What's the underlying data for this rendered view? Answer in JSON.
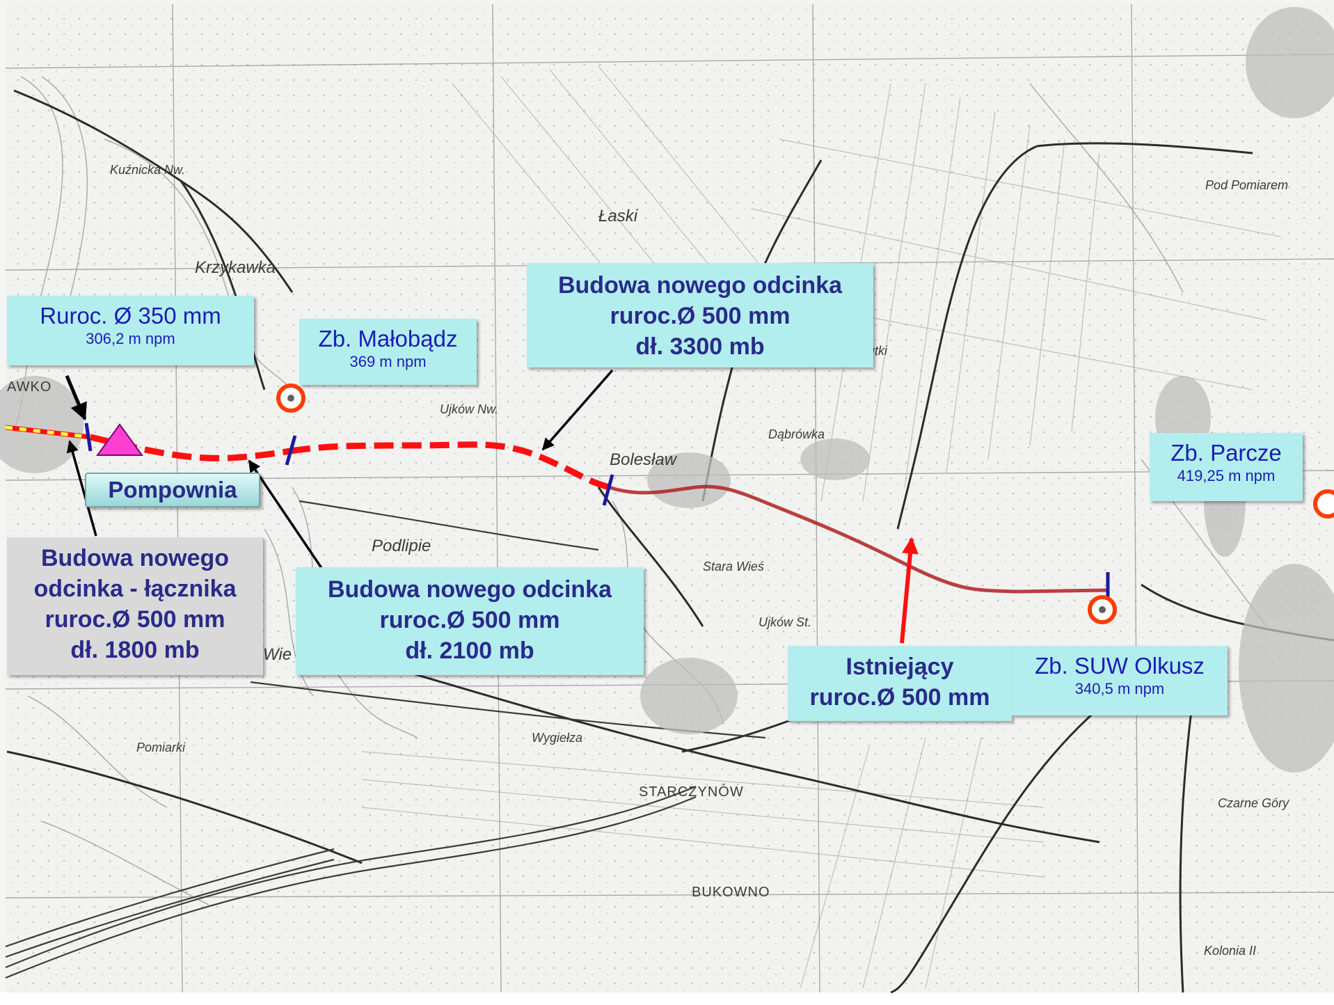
{
  "map_labels": {
    "town_left": "AWKO",
    "kuznicka": "Kuźnicka Nw.",
    "krzykawka": "Krzykawka",
    "laski": "Łaski",
    "ujkow": "Ujków Nw.",
    "hutki": "Hutki",
    "dabrowka": "Dąbrówka",
    "boleslaw": "Bolesław",
    "podlipie": "Podlipie",
    "stara_wies": "Stara Wieś",
    "ujkow_st": "Ujków St.",
    "wygielza": "Wygiełza",
    "starczynow": "STARCZYNÓW",
    "bukowno": "BUKOWNO",
    "pod_pomiarem": "Pod Pomiarem",
    "czarne_gory": "Czarne Góry",
    "kolonia": "Kolonia II",
    "wie": "Wie",
    "pomiarki": "Pomiarki"
  },
  "callouts": {
    "ruroc350": {
      "title": "Ruroc. Ø 350 mm",
      "sub": "306,2 m npm"
    },
    "malobadz": {
      "title": "Zb. Małobądz",
      "sub": "369 m npm"
    },
    "budowa3300": {
      "line1": "Budowa nowego odcinka",
      "line2": "ruroc.Ø 500 mm",
      "line3": "dł. 3300 mb"
    },
    "parcze": {
      "title": "Zb. Parcze",
      "sub": "419,25 m npm"
    },
    "lacznik": {
      "line1": "Budowa nowego",
      "line2": "odcinka - łącznika",
      "line3": "ruroc.Ø 500 mm",
      "line4": "dł. 1800 mb"
    },
    "budowa2100": {
      "line1": "Budowa nowego odcinka",
      "line2": "ruroc.Ø 500 mm",
      "line3": "dł. 2100 mb"
    },
    "istniejacy": {
      "line1": "Istniejący",
      "line2": "ruroc.Ø 500 mm"
    },
    "olkusz": {
      "title": "Zb. SUW Olkusz",
      "sub": "340,5 m npm"
    }
  },
  "pump": {
    "label": "Pompownia"
  },
  "colors": {
    "new_pipeline": "#ff1010",
    "existing_pipeline": "#b02020",
    "connector": "#ffff40",
    "pump_triangle": "#ff40d0",
    "reservoir_ring": "#ff3c00",
    "section_marker": "#1a1aa0",
    "callout_fill": "#b2eeee",
    "callout_gray": "#d9d9d9",
    "callout_text": "#2a2a8a"
  }
}
